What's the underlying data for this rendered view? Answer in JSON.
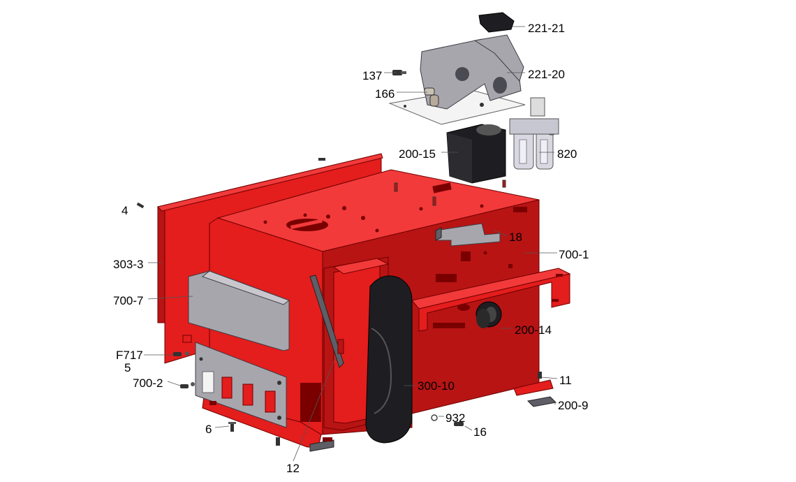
{
  "callouts": {
    "c221_21": "221-21",
    "c221_20": "221-20",
    "c137": "137",
    "c166": "166",
    "c200_15": "200-15",
    "c820": "820",
    "c4": "4",
    "c18": "18",
    "c700_1": "700-1",
    "c303_3": "303-3",
    "c700_7": "700-7",
    "c200_14": "200-14",
    "cF717": "F717",
    "c5": "5",
    "c700_2": "700-2",
    "c300_10": "300-10",
    "c11": "11",
    "c200_9": "200-9",
    "c932": "932",
    "c6": "6",
    "c16": "16",
    "c12": "12"
  },
  "colors": {
    "housing": "#e41d1d",
    "bracket": "#a8a6ad",
    "pad": "#1e1e22",
    "background": "#ffffff"
  }
}
